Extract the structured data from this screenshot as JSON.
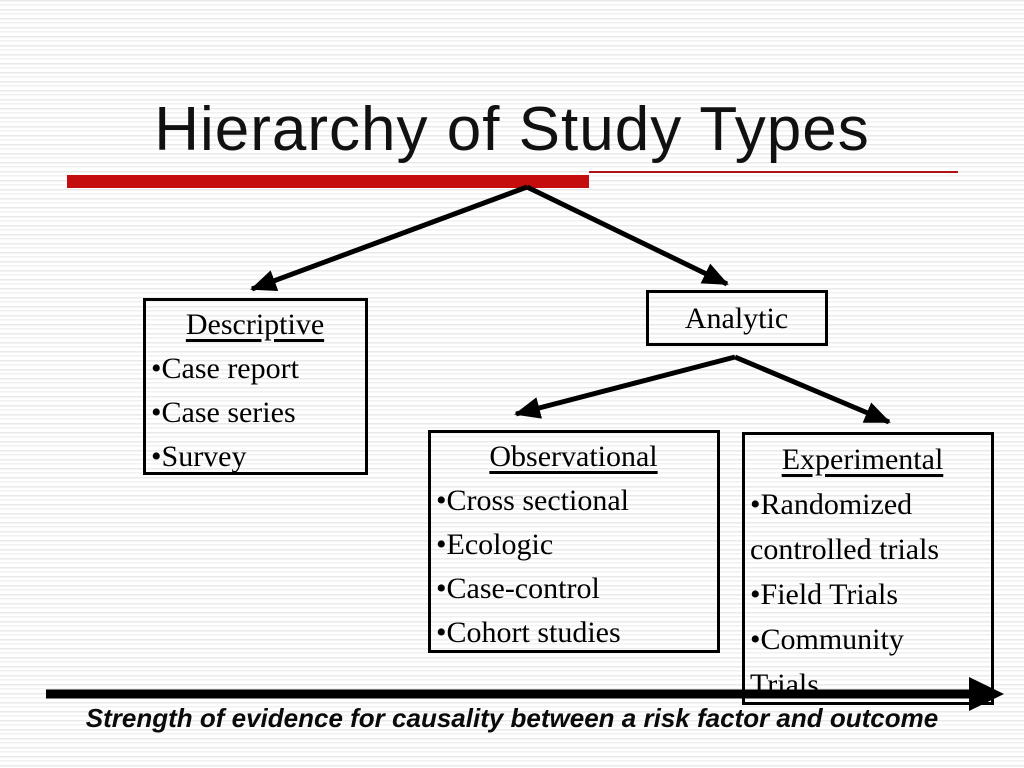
{
  "slide": {
    "title": "Hierarchy of Study Types",
    "bottom_caption": "Strength of evidence for causality between a risk factor and outcome"
  },
  "colors": {
    "accent_bar_red": "#c50d0d",
    "accent_line_red": "#b01418",
    "ink_black": "#000000",
    "background_stripe_gray": "#eaeaea"
  },
  "boxes": {
    "descriptive": {
      "title": "Descriptive",
      "items": [
        "•Case report",
        "•Case series",
        "•Survey"
      ]
    },
    "analytic": {
      "title": "Analytic",
      "items": []
    },
    "observational": {
      "title": "Observational",
      "items": [
        "•Cross sectional",
        "•Ecologic",
        "•Case-control",
        "•Cohort studies"
      ]
    },
    "experimental": {
      "title": "Experimental",
      "items": [
        "•Randomized controlled trials",
        "•Field Trials",
        "•Community Trials"
      ]
    }
  }
}
